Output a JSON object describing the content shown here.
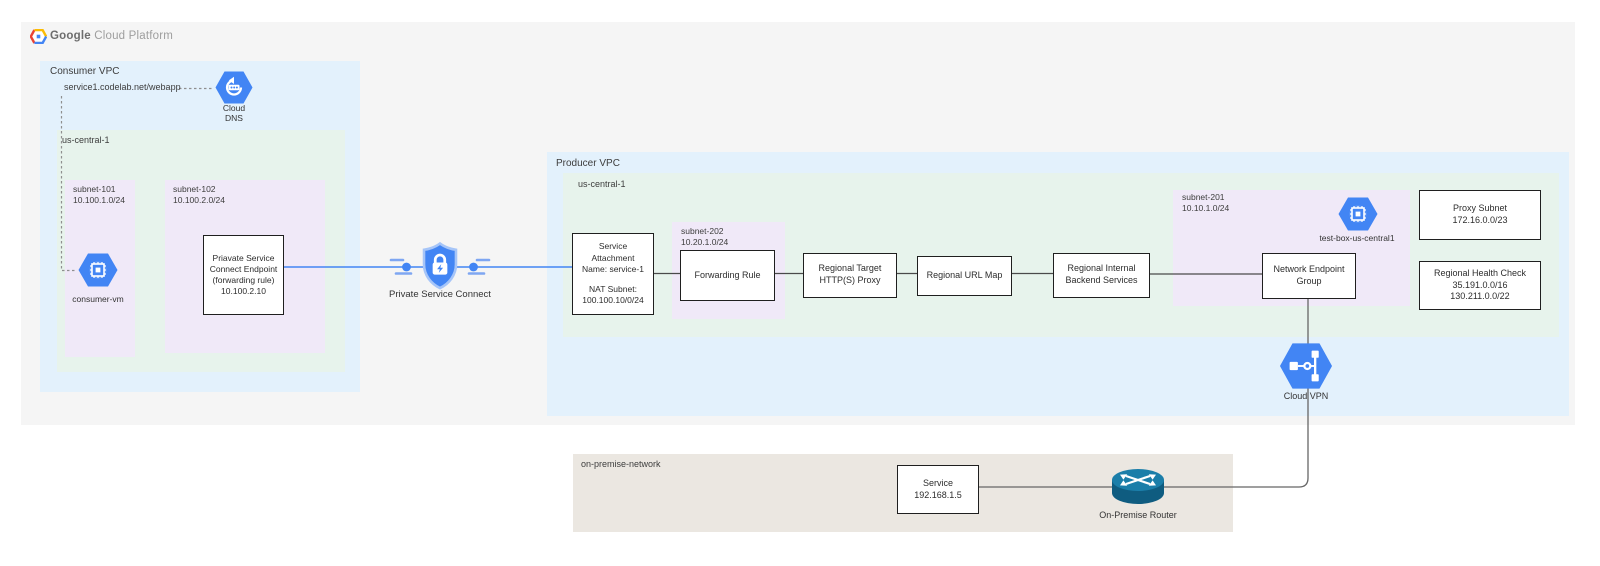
{
  "header": {
    "logo_google": "Google",
    "logo_rest": "Cloud Platform"
  },
  "colors": {
    "accent_blue": "#4285f4",
    "zone_blue": "#e3f1fc",
    "zone_green": "#e7f3ec",
    "zone_purple": "#f0e9f8",
    "zone_onprem": "#ebe7e1",
    "canvas_gray": "#f5f5f5",
    "router_teal": "#19719a"
  },
  "icons": {
    "gcp_logo": "multicolor-hexagon",
    "cloud_dns": "blue-hexagon-dns-arrow",
    "compute_engine": "blue-hexagon-chip",
    "private_service_connect": "blue-shield-lock",
    "cloud_vpn": "blue-hexagon-vpn-key",
    "on_premise_router": "teal-cylinder-router"
  },
  "consumer_vpc": {
    "label": "Consumer VPC",
    "dns_record": "service1.codelab.net/webapp",
    "cloud_dns_caption_line1": "Cloud",
    "cloud_dns_caption_line2": "DNS",
    "region": {
      "label": "us-central-1",
      "subnet101": {
        "name": "subnet-101",
        "cidr": "10.100.1.0/24",
        "vm_caption": "consumer-vm"
      },
      "subnet102": {
        "name": "subnet-102",
        "cidr": "10.100.2.0/24",
        "endpoint_box": {
          "lines": [
            "Priavate Service",
            "Connect Endpoint",
            "(forwarding rule)",
            "10.100.2.10"
          ]
        }
      }
    }
  },
  "psc": {
    "caption": "Private Service Connect"
  },
  "producer_vpc": {
    "label": "Producer VPC",
    "cloud_vpn_caption": "Cloud VPN",
    "region": {
      "label": "us-central-1",
      "service_attachment": {
        "lines": [
          "Service",
          "Attachment",
          "Name: service-1",
          "NAT Subnet:",
          "100.100.10/0/24"
        ]
      },
      "subnet202": {
        "name": "subnet-202",
        "cidr": "10.20.1.0/24",
        "forwarding_rule": "Forwarding Rule"
      },
      "target_proxy": {
        "lines": [
          "Regional Target",
          "HTTP(S) Proxy"
        ]
      },
      "url_map": "Regional URL Map",
      "backend": {
        "lines": [
          "Regional Internal",
          "Backend Services"
        ]
      },
      "subnet201": {
        "name": "subnet-201",
        "cidr": "10.10.1.0/24",
        "vm_caption": "test-box-us-central1",
        "neg": {
          "lines": [
            "Network Endpoint",
            "Group"
          ]
        }
      },
      "proxy_subnet": {
        "lines": [
          "Proxy Subnet",
          "172.16.0.0/23"
        ]
      },
      "health_check": {
        "lines": [
          "Regional Health Check",
          "35.191.0.0/16",
          "130.211.0.0/22"
        ]
      }
    }
  },
  "on_premise": {
    "label": "on-premise-network",
    "service_box": {
      "lines": [
        "Service",
        "192.168.1.5"
      ]
    },
    "router_caption": "On-Premise Router"
  }
}
